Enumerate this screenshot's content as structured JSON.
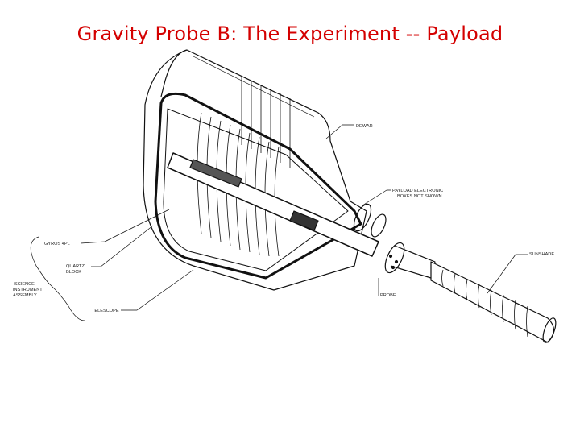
{
  "title": "Gravity Probe B: The Experiment -- Payload",
  "labels": {
    "dewar": "DEWAR",
    "payload_line1": "PAYLOAD ELECTRONIC",
    "payload_line2": "BOXES NOT SHOWN",
    "sunshade": "SUNSHADE",
    "probe": "PROBE",
    "gyros": "GYROS  4PL",
    "quartz_line1": "QUARTZ",
    "quartz_line2": "BLOCK",
    "sia_line1": "SCIENCE",
    "sia_line2": "INSTRUMENT",
    "sia_line3": "ASSEMBLY",
    "telescope": "TELESCOPE"
  },
  "colors": {
    "title": "#d40000",
    "drawing": "#111111"
  }
}
